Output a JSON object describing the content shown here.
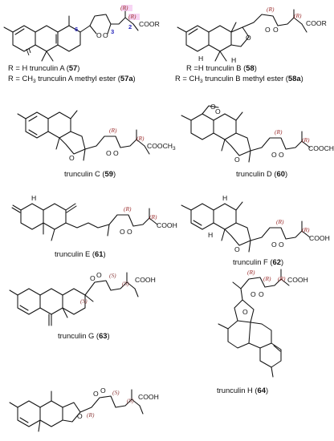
{
  "labels": {
    "r_group_1": "R = H trunculin A (",
    "cmp_57": "57",
    "r_group_1b": "R = CH",
    "r_group_1c": " trunculin A methyl ester (",
    "cmp_57a": "57a",
    "r_group_2": "R =H trunculin B (",
    "cmp_58": "58",
    "r_group_2b": "R = CH",
    "r_group_2c": " trunculin B methyl ester (",
    "cmp_58a": "58a",
    "trunculin_c": "trunculin C (",
    "cmp_59": "59",
    "trunculin_d": "trunculin D (",
    "cmp_60": "60",
    "trunculin_e": "trunculin E (",
    "cmp_61": "61",
    "trunculin_f": "trunculin F (",
    "cmp_62": "62",
    "trunculin_g": "trunculin G (",
    "cmp_63": "63",
    "trunculin_h": "trunculin H (",
    "cmp_64": "64",
    "close": ")",
    "sub3": "3"
  },
  "atoms": {
    "coor": "COOR",
    "cooch3": "COOCH",
    "cooh": "COOH",
    "o": "O",
    "h": "H"
  },
  "stereo": {
    "R": "(R)",
    "S": "(S)"
  },
  "numbering": {
    "n6": "6",
    "n3": "3",
    "n2": "2"
  }
}
